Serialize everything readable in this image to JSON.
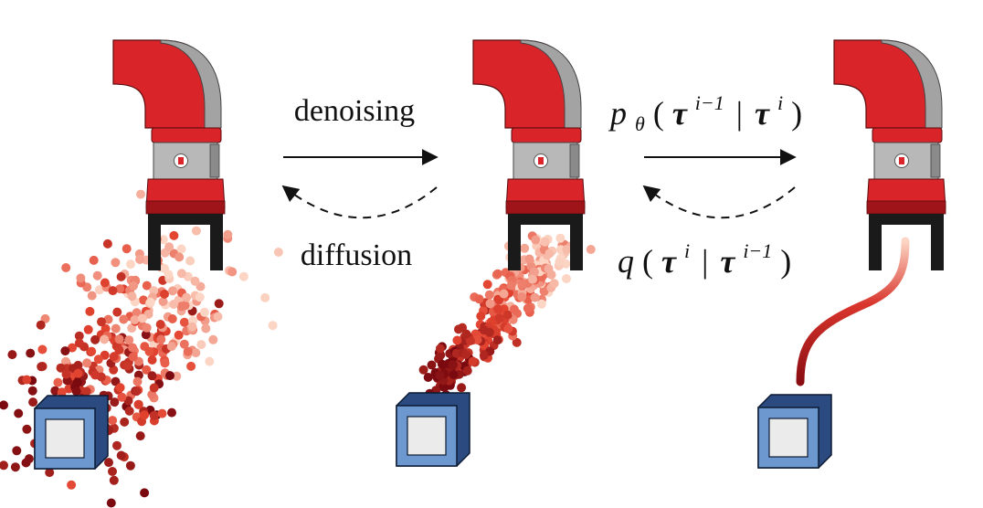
{
  "labels": {
    "forward": "denoising",
    "backward": "diffusion"
  },
  "math": {
    "reverse": {
      "base": "p",
      "sub": "θ",
      "open": "(",
      "tau": "τ",
      "sup1": "i−1",
      "bar": "|",
      "sup2": "i",
      "close": ")"
    },
    "forward": {
      "base": "q",
      "open": "(",
      "tau": "τ",
      "sup1": "i",
      "bar": "|",
      "sup2": "i−1",
      "close": ")"
    }
  },
  "colors": {
    "arm_red": "#d9252a",
    "arm_dark_red": "#9e1418",
    "arm_gray": "#a3a3a3",
    "wrist_gray": "#b8b8b8",
    "gripper_black": "#1a1a1a",
    "box_blue": "#6d98cf",
    "box_dark_blue": "#2a4a80",
    "box_face": "#ebebeb",
    "trail_dark": "#8a0d12",
    "trail_light": "#fcd5c4"
  },
  "icons": {
    "robot": "robot-arm-icon",
    "box": "target-box-icon"
  }
}
